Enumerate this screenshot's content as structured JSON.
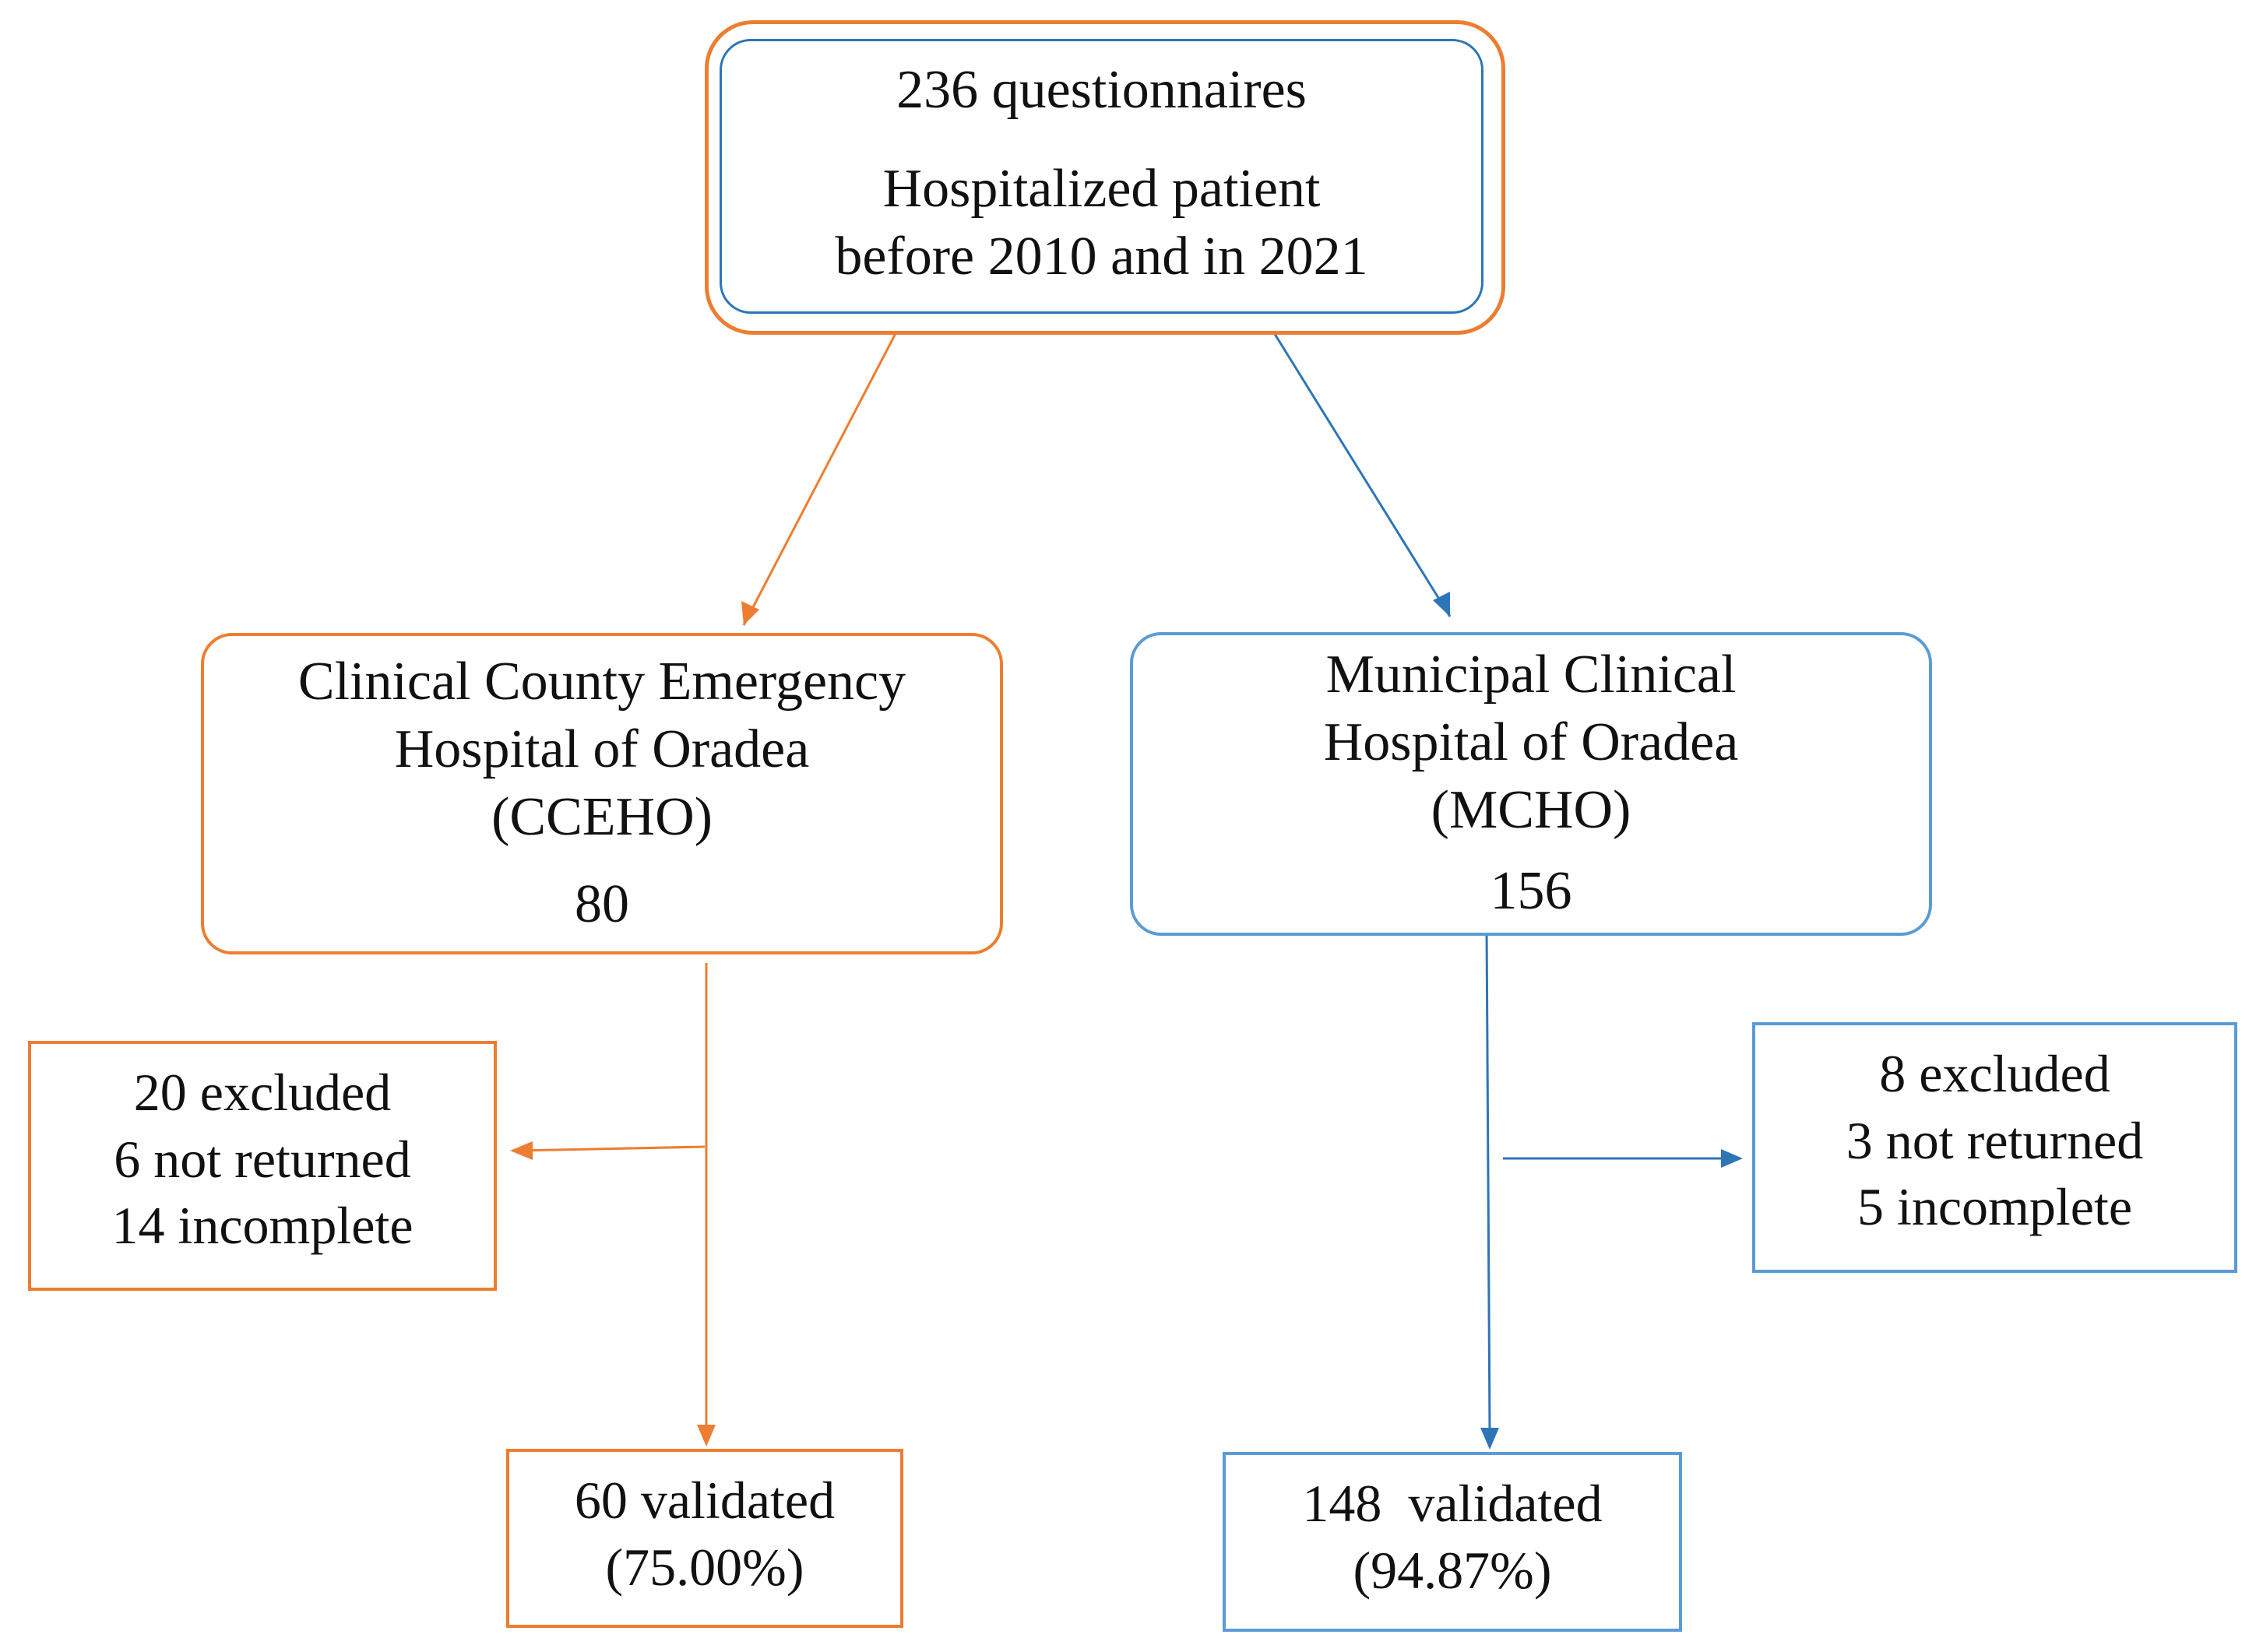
{
  "colors": {
    "orange": "#ED7D31",
    "blue": "#2E75B6",
    "light_blue": "#5B9BD5"
  },
  "top": {
    "count": "236 questionnaires",
    "line1": "Hospitalized patient",
    "line2": "before 2010 and in 2021"
  },
  "cceho": {
    "line1": "Clinical County Emergency",
    "line2": "Hospital of Oradea",
    "abbr": "(CCEHO)",
    "count": "80",
    "excluded": [
      "20 excluded",
      "6 not returned",
      "14 incomplete"
    ],
    "validated": [
      "60 validated",
      "(75.00%)"
    ]
  },
  "mcho": {
    "line1": "Municipal Clinical",
    "line2": "Hospital of Oradea",
    "abbr": "(MCHO)",
    "count": "156",
    "excluded": [
      "8 excluded",
      "3 not returned",
      "5 incomplete"
    ],
    "validated": [
      "148  validated",
      "(94.87%)"
    ]
  }
}
